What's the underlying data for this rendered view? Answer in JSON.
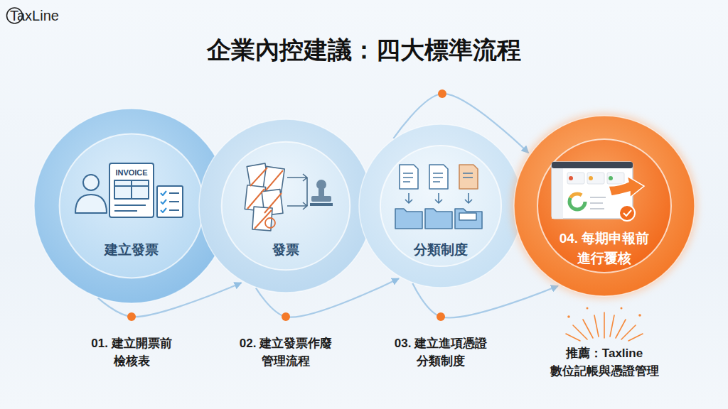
{
  "diagram": {
    "title": "企業內控建議：四大標準流程",
    "nodes": [
      {
        "text": [
          "建立發票",
          "01. 建立開票前 檢核表"
        ]
      },
      {
        "text": [
          "發票",
          "02. 建立發票作廢 管理流程"
        ]
      },
      {
        "text": [
          "分類制度",
          "03. 建立進項憑證 分類制度"
        ]
      },
      {
        "text": [
          "04. 每期申報前 進行覆核",
          "推薦：Taxline 數位記帳與憑證管理"
        ]
      }
    ],
    "edges": [
      {
        "from": 0,
        "to": 1,
        "arrow": "to"
      },
      {
        "from": 1,
        "to": 2,
        "arrow": "to"
      },
      {
        "from": 2,
        "to": 3,
        "arrow": "to"
      },
      {
        "from": 2,
        "to": 3,
        "arrow": "to"
      }
    ],
    "labels": [
      "TaxLine",
      "INVOICE"
    ]
  }
}
